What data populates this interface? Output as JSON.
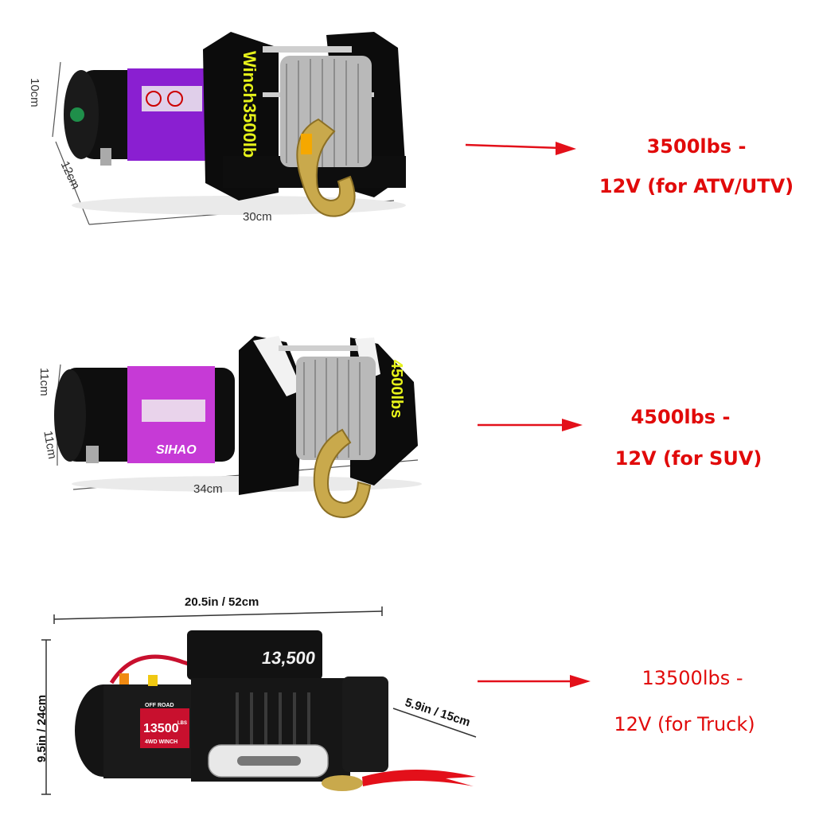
{
  "products": [
    {
      "winch_label": "Winch3500lb",
      "dim_height": "10cm",
      "dim_depth": "12cm",
      "dim_length": "30cm",
      "capacity": "3500lbs -",
      "voltage_use": "12V (for ATV/UTV)",
      "drum_color": "#8a1fd1"
    },
    {
      "winch_label": "4500lbs",
      "brand": "SIHAO",
      "dim_height": "11cm",
      "dim_depth": "11cm",
      "dim_length": "34cm",
      "capacity": "4500lbs -",
      "voltage_use": "12V (for SUV)",
      "drum_color": "#c63ad6"
    },
    {
      "control_box_label": "13,500",
      "motor_label": "13500",
      "motor_sub_top": "OFF ROAD",
      "motor_unit": "LBS",
      "motor_sub_bottom": "4WD WINCH",
      "dim_length": "20.5in / 52cm",
      "dim_height": "9.5in / 24cm",
      "dim_depth": "5.9in / 15cm",
      "capacity": "13500lbs -",
      "voltage_use": "12V (for Truck)",
      "accent_color": "#c8102e"
    }
  ],
  "colors": {
    "text_red": "#e10a0a",
    "arrow_red": "#e3101a"
  }
}
